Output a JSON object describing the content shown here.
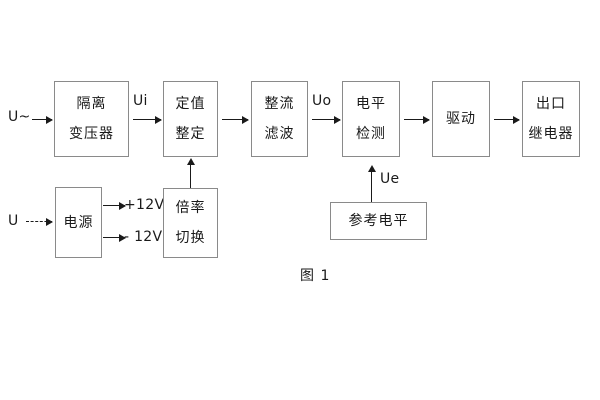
{
  "figure": {
    "caption": "图 1",
    "type": "block-diagram",
    "colors": {
      "background": "#ffffff",
      "box_border": "#8a8a8a",
      "text": "#1a1a1a",
      "arrow": "#1a1a1a"
    }
  },
  "blocks": [
    {
      "id": "isolation-transformer",
      "line1": "隔离",
      "line2": "变压器",
      "row": "top"
    },
    {
      "id": "setting-value",
      "line1": "定值",
      "line2": "整定",
      "row": "top"
    },
    {
      "id": "rectify-filter",
      "line1": "整流",
      "line2": "滤波",
      "row": "top"
    },
    {
      "id": "level-detection",
      "line1": "电平",
      "line2": "检测",
      "row": "top"
    },
    {
      "id": "drive",
      "line1": "驱动",
      "line2": "",
      "row": "top"
    },
    {
      "id": "output-relay",
      "line1": "出口",
      "line2": "继电器",
      "row": "top"
    },
    {
      "id": "power-supply",
      "line1": "电源",
      "line2": "",
      "row": "bottom"
    },
    {
      "id": "multiplier-switch",
      "line1": "倍率",
      "line2": "切换",
      "row": "bottom"
    },
    {
      "id": "reference-level",
      "line1": "参考电平",
      "line2": "",
      "row": "bottom"
    }
  ],
  "signals": {
    "input_ac": "U~",
    "input_dc": "U",
    "ui": "Ui",
    "uo": "Uo",
    "ue": "Ue",
    "supply_positive": "+12V",
    "supply_negative": "- 12V"
  }
}
